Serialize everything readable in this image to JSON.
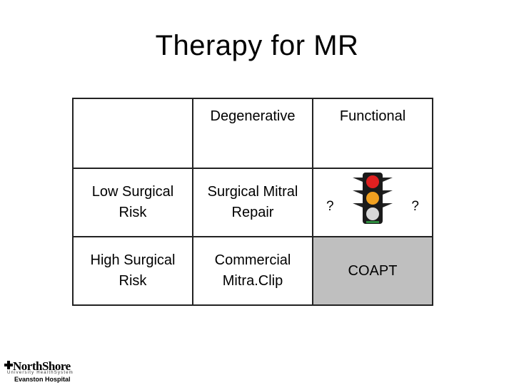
{
  "title": "Therapy for MR",
  "table": {
    "headers": [
      "",
      "Degenerative",
      "Functional"
    ],
    "rows": [
      {
        "label_lines": [
          "Low Surgical",
          "Risk"
        ],
        "degenerative_lines": [
          "Surgical Mitral",
          "Repair"
        ],
        "functional": {
          "left_mark": "?",
          "right_mark": "?",
          "icon": "traffic-light-icon"
        }
      },
      {
        "label_lines": [
          "High Surgical",
          "Risk"
        ],
        "degenerative_lines": [
          "Commercial",
          "Mitra.Clip"
        ],
        "functional": {
          "text": "COAPT",
          "shaded_color": "#bfbfbf"
        }
      }
    ]
  },
  "logo": {
    "brand": "NorthShore",
    "subtitle": "University HealthSystem",
    "hospital": "Evanston Hospital"
  },
  "colors": {
    "light_red": "#e02020",
    "light_amber": "#f0a020",
    "light_off": "#d8d8d8",
    "light_green_band": "#2e8b3e"
  }
}
